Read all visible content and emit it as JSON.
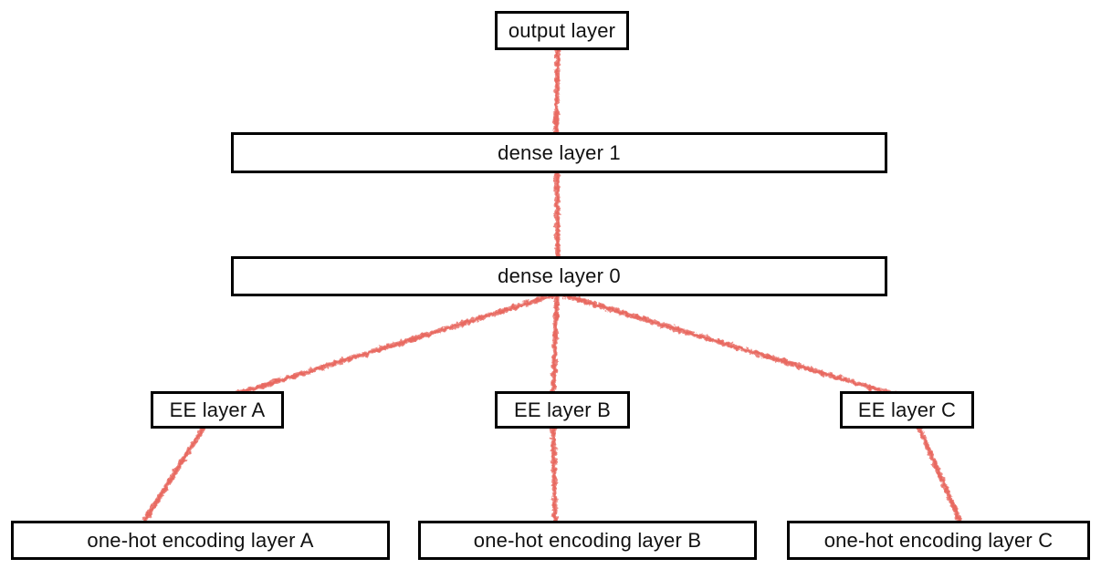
{
  "diagram": {
    "nodes": [
      {
        "id": "output",
        "label": "output layer"
      },
      {
        "id": "dense1",
        "label": "dense layer 1"
      },
      {
        "id": "dense0",
        "label": "dense layer 0"
      },
      {
        "id": "ee_a",
        "label": "EE layer A"
      },
      {
        "id": "ee_b",
        "label": "EE layer B"
      },
      {
        "id": "ee_c",
        "label": "EE layer C"
      },
      {
        "id": "onehot_a",
        "label": "one-hot encoding layer A"
      },
      {
        "id": "onehot_b",
        "label": "one-hot encoding layer B"
      },
      {
        "id": "onehot_c",
        "label": "one-hot encoding layer C"
      }
    ],
    "edges": [
      {
        "from": "output",
        "to": "dense1"
      },
      {
        "from": "dense1",
        "to": "dense0"
      },
      {
        "from": "dense0",
        "to": "ee_a"
      },
      {
        "from": "dense0",
        "to": "ee_b"
      },
      {
        "from": "dense0",
        "to": "ee_c"
      },
      {
        "from": "ee_a",
        "to": "onehot_a"
      },
      {
        "from": "ee_b",
        "to": "onehot_b"
      },
      {
        "from": "ee_c",
        "to": "onehot_c"
      }
    ],
    "colors": {
      "edge": "#e8675e",
      "box_border": "#000000",
      "box_fill": "#ffffff",
      "text": "#111111",
      "background": "#ffffff"
    },
    "edge_style": "hand-drawn-crayon"
  }
}
